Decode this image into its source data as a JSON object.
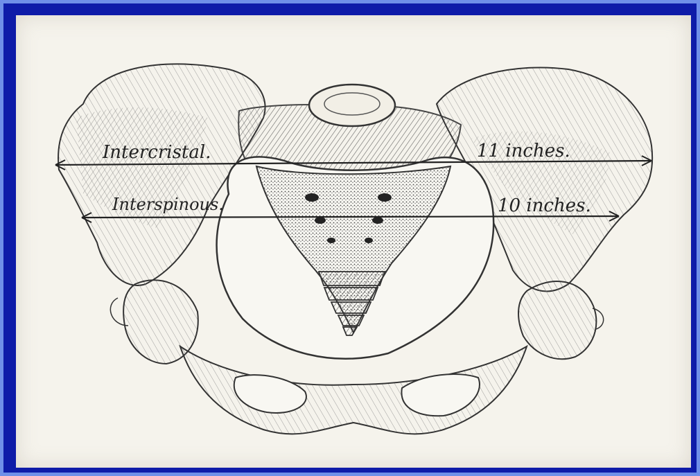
{
  "diagram": {
    "labels": {
      "intercrestal": "Intercristal.",
      "intercrestal_measure": "11 inches.",
      "interspinous": "Interspinous.",
      "interspinous_measure": "10 inches."
    },
    "colors": {
      "frame_outer": "#0e1ba8",
      "frame_border": "#6f8fe8",
      "paper": "#f5f3ec",
      "ink": "#222222"
    }
  }
}
